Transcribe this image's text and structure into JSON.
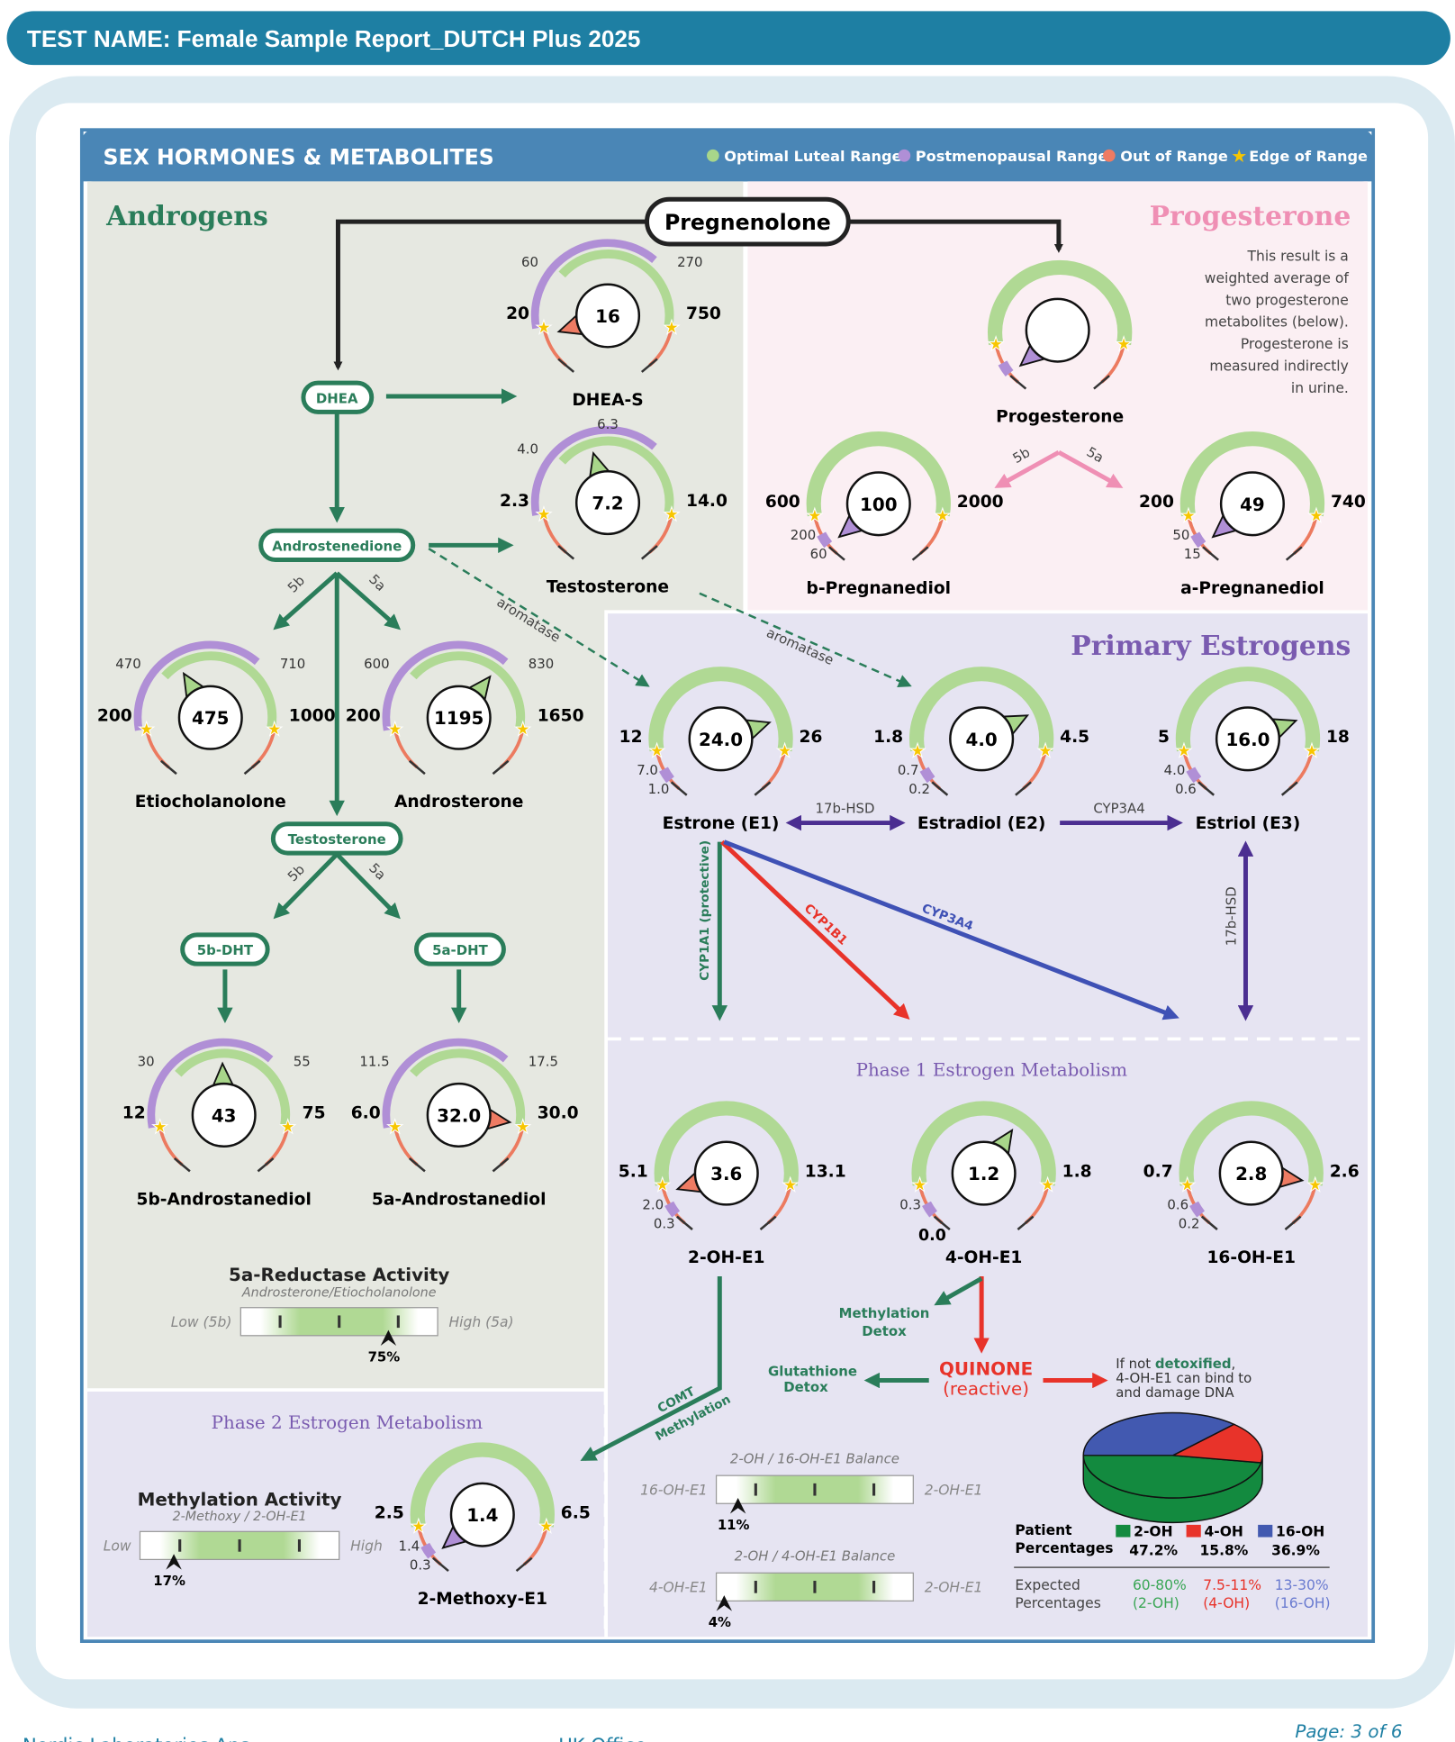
{
  "header": {
    "title": "TEST NAME: Female Sample Report_DUTCH Plus 2025"
  },
  "panel": {
    "title": "SEX HORMONES & METABOLITES",
    "legend": [
      {
        "label": "Optimal Luteal Range",
        "color": "#a8d68a",
        "icon": "dot"
      },
      {
        "label": "Postmenopausal Range",
        "color": "#b08fd6",
        "icon": "dot"
      },
      {
        "label": "Out of Range",
        "color": "#ee7b63",
        "icon": "dot"
      },
      {
        "label": "Edge of Range",
        "color": "#f7c600",
        "icon": "star"
      }
    ]
  },
  "sections": {
    "androgens": "Androgens",
    "progesterone": "Progesterone",
    "primary_estrogens": "Primary Estrogens",
    "phase1": "Phase 1 Estrogen Metabolism",
    "phase2": "Phase 2 Estrogen Metabolism"
  },
  "progesterone_note": [
    "This result is a",
    "weighted average of",
    "two progesterone",
    "metabolites (below).",
    "Progesterone is",
    "measured indirectly",
    "in urine."
  ],
  "pathway": {
    "pregnenolone": "Pregnenolone",
    "dhea": "DHEA",
    "androstenedione": "Androstenedione",
    "testosterone": "Testosterone",
    "dht5b": "5b-DHT",
    "dht5a": "5a-DHT",
    "aromatase": "aromatase",
    "5b": "5b",
    "5a": "5a",
    "hsd17b": "17b-HSD",
    "cyp3a4": "CYP3A4",
    "cyp1a1": "CYP1A1 (protective)",
    "cyp1b1": "CYP1B1",
    "comt": "COMT",
    "methylation": "Methylation",
    "methylation_detox": [
      "Methylation",
      "Detox"
    ],
    "glutathione_detox": [
      "Glutathione",
      "Detox"
    ],
    "quinone": "QUINONE",
    "quinone_sub": "(reactive)",
    "dna_note": [
      "If not ",
      "detoxified",
      ",",
      "4-OH-E1 can bind to",
      "and damage DNA"
    ]
  },
  "gauges": [
    {
      "id": "dheas",
      "name": "DHEA-S",
      "value": "16",
      "low": "20",
      "high": "750",
      "post": [
        "60",
        "270"
      ],
      "status": "low"
    },
    {
      "id": "testo",
      "name": "Testosterone",
      "value": "7.2",
      "low": "2.3",
      "high": "14.0",
      "post": [
        "4.0",
        "6.3"
      ],
      "status": "in"
    },
    {
      "id": "prog",
      "name": "Progesterone",
      "value": "",
      "low": "",
      "high": "",
      "post": [],
      "status": "post"
    },
    {
      "id": "bpreg",
      "name": "b-Pregnanediol",
      "value": "100",
      "low": "600",
      "high": "2000",
      "post": [
        "200",
        "60"
      ],
      "status": "post"
    },
    {
      "id": "apreg",
      "name": "a-Pregnanediol",
      "value": "49",
      "low": "200",
      "high": "740",
      "post": [
        "50",
        "15"
      ],
      "status": "post"
    },
    {
      "id": "etio",
      "name": "Etiocholanolone",
      "value": "475",
      "low": "200",
      "high": "1000",
      "post": [
        "470",
        "710"
      ],
      "status": "in"
    },
    {
      "id": "andro",
      "name": "Androsterone",
      "value": "1195",
      "low": "200",
      "high": "1650",
      "post": [
        "600",
        "830"
      ],
      "status": "in"
    },
    {
      "id": "b5andro",
      "name": "5b-Androstanediol",
      "value": "43",
      "low": "12",
      "high": "75",
      "post": [
        "30",
        "55"
      ],
      "status": "in"
    },
    {
      "id": "a5andro",
      "name": "5a-Androstanediol",
      "value": "32.0",
      "low": "6.0",
      "high": "30.0",
      "post": [
        "11.5",
        "17.5"
      ],
      "status": "high"
    },
    {
      "id": "e1",
      "name": "Estrone (E1)",
      "value": "24.0",
      "low": "12",
      "high": "26",
      "post": [
        "7.0",
        "1.0"
      ],
      "status": "in"
    },
    {
      "id": "e2",
      "name": "Estradiol (E2)",
      "value": "4.0",
      "low": "1.8",
      "high": "4.5",
      "post": [
        "0.7",
        "0.2"
      ],
      "status": "in"
    },
    {
      "id": "e3",
      "name": "Estriol (E3)",
      "value": "16.0",
      "low": "5",
      "high": "18",
      "post": [
        "4.0",
        "0.6"
      ],
      "status": "in"
    },
    {
      "id": "oh2",
      "name": "2-OH-E1",
      "value": "3.6",
      "low": "5.1",
      "high": "13.1",
      "post": [
        "2.0",
        "0.3"
      ],
      "status": "low"
    },
    {
      "id": "oh4",
      "name": "4-OH-E1",
      "value": "1.2",
      "low": "0.0",
      "high": "1.8",
      "post": [
        "0.3"
      ],
      "status": "in"
    },
    {
      "id": "oh16",
      "name": "16-OH-E1",
      "value": "2.8",
      "low": "0.7",
      "high": "2.6",
      "post": [
        "0.6",
        "0.2"
      ],
      "status": "high"
    },
    {
      "id": "meth",
      "name": "2-Methoxy-E1",
      "value": "1.4",
      "low": "2.5",
      "high": "6.5",
      "post": [
        "1.4",
        "0.3"
      ],
      "status": "post"
    }
  ],
  "bars": [
    {
      "id": "reductase",
      "title": "5a-Reductase Activity",
      "subtitle": "Androsterone/Etiocholanolone",
      "left": "Low (5b)",
      "right": "High (5a)",
      "percent": 75,
      "label": "75%"
    },
    {
      "id": "methylation",
      "title": "Methylation Activity",
      "subtitle": "2-Methoxy / 2-OH-E1",
      "left": "Low",
      "right": "High",
      "percent": 17,
      "label": "17%"
    },
    {
      "id": "bal16",
      "title": "2-OH / 16-OH-E1 Balance",
      "subtitle": "",
      "left": "16-OH-E1",
      "right": "2-OH-E1",
      "percent": 11,
      "label": "11%"
    },
    {
      "id": "bal4",
      "title": "2-OH / 4-OH-E1 Balance",
      "subtitle": "",
      "left": "4-OH-E1",
      "right": "2-OH-E1",
      "percent": 4,
      "label": "4%"
    }
  ],
  "chart_data": {
    "type": "pie",
    "categories": [
      "2-OH",
      "4-OH",
      "16-OH"
    ],
    "values": [
      47.2,
      15.8,
      36.9
    ],
    "colors": [
      "#138a3f",
      "#e8332a",
      "#4259b0"
    ],
    "patient_label": [
      "Patient",
      "Percentages"
    ],
    "patient_values": [
      "47.2%",
      "15.8%",
      "36.9%"
    ],
    "expected_label": [
      "Expected",
      "Percentages"
    ],
    "expected": [
      [
        "60-80%",
        "(2-OH)"
      ],
      [
        "7.5-11%",
        "(4-OH)"
      ],
      [
        "13-30%",
        "(16-OH)"
      ]
    ]
  },
  "footer": {
    "company": "Nordic Laboratories Aps",
    "uk_office": "UK Office:",
    "page": "Page: 3 of 6"
  }
}
